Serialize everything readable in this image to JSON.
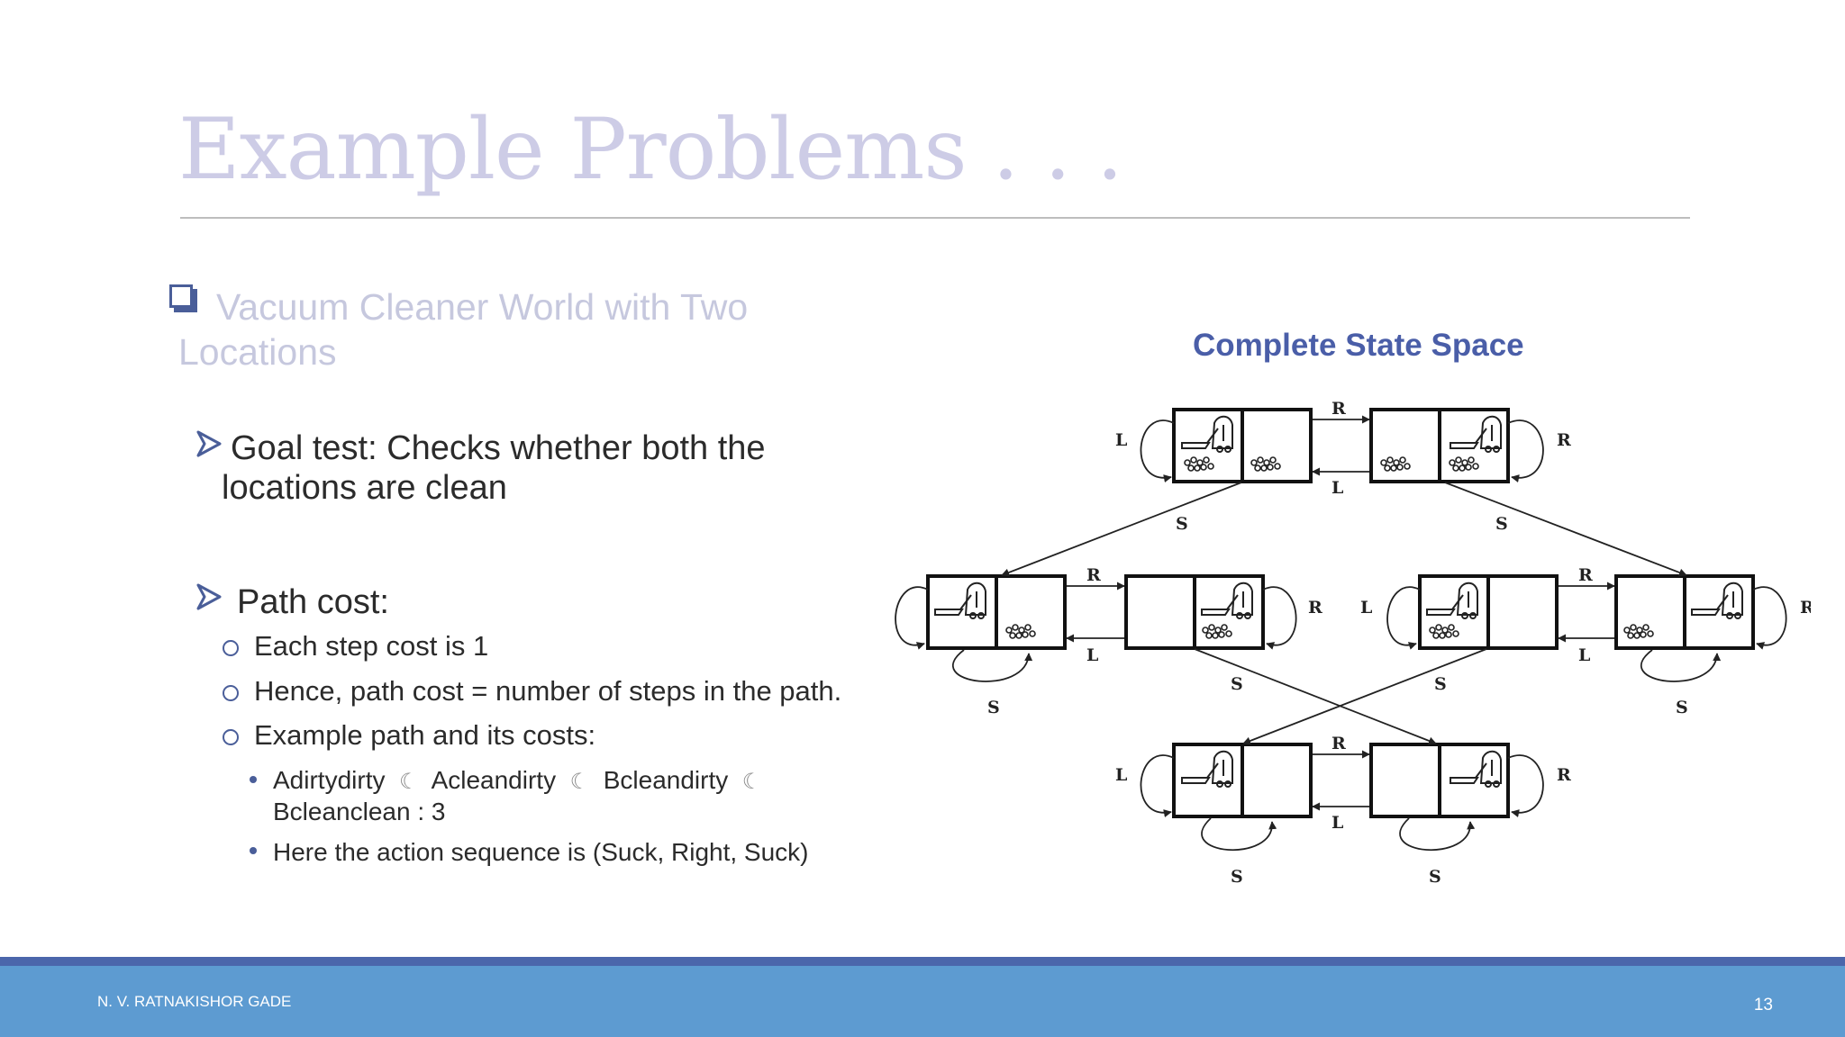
{
  "slide": {
    "title": "Example Problems . . .",
    "subheading": "Vacuum Cleaner World with Two Locations",
    "goal_test": "Goal test: Checks whether both the locations are clean",
    "path_cost": "Path cost:",
    "items": [
      "Each step cost is 1",
      "Hence, path cost = number of steps in the path.",
      "Example path and its costs:"
    ],
    "example_path": {
      "step1": "Adirtydirty",
      "step2": "Acleandirty",
      "step3": "Bcleandirty",
      "step4": "Bcleanclean : 3",
      "separator": "☾"
    },
    "action_sequence": "Here the action sequence is (Suck, Right, Suck)"
  },
  "diagram": {
    "title": "Complete State Space",
    "labels": {
      "left": "L",
      "right": "R",
      "suck": "S"
    }
  },
  "footer": {
    "author": "N. V. RATNAKISHOR GADE",
    "page": "13"
  },
  "colors": {
    "title": "#cdcce6",
    "accent": "#4a5e99",
    "diagram_title": "#4a5ea8",
    "footer_bar": "#5d9bd1",
    "footer_line": "#4b66ab"
  }
}
